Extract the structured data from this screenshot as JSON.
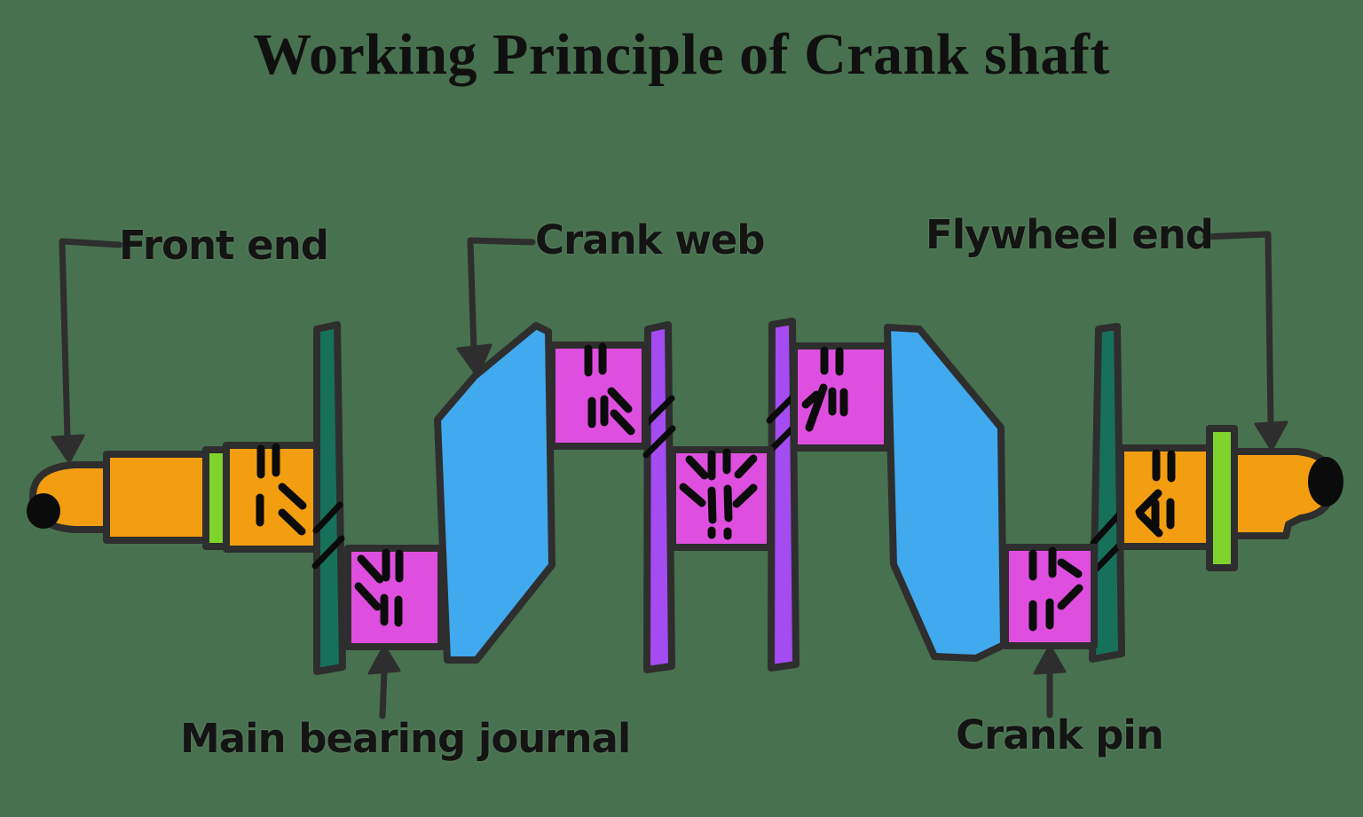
{
  "title": "Working Principle of Crank shaft",
  "labels": {
    "front_end": "Front end",
    "crank_web": "Crank web",
    "flywheel_end": "Flywheel end",
    "main_bearing_journal": "Main bearing journal",
    "crank_pin": "Crank pin"
  },
  "colors": {
    "background": "#48714F",
    "outline": "#2e2e2e",
    "ink": "#0b0b0b",
    "shaft_orange": "#F39E10",
    "collar_green": "#7FD42B",
    "disc_teal": "#17715A",
    "journal_magenta": "#DF4FDF",
    "web_blue": "#41A9EE",
    "web_purple": "#A44BF1"
  }
}
